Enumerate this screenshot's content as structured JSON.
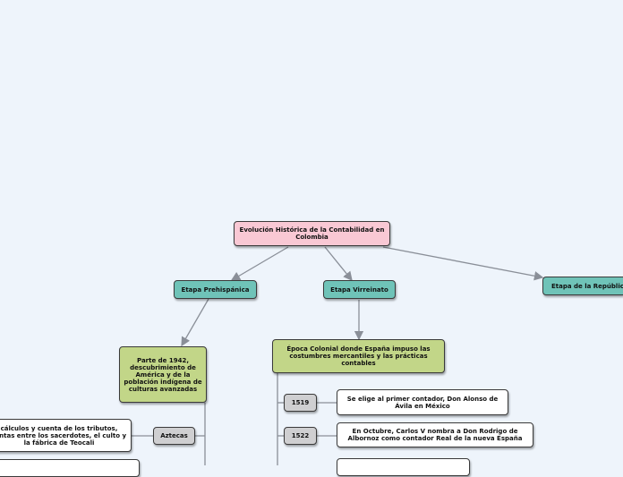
{
  "root": {
    "label": "Evolución Histórica de la Contabilidad en Colombia"
  },
  "branches": {
    "prehispanica": "Etapa Prehispánica",
    "virreinato": "Etapa Virreinato",
    "republica": "Etapa de la República"
  },
  "prehispanica_child": "Parte de 1942, descubrimiento de América y de la población indígena de culturas avanzadas",
  "aztecas": {
    "label": "Aztecas",
    "detail": "cálculos y cuenta de los tributos, rentas entre los sacerdotes, el culto y la fábrica de Teocali"
  },
  "virreinato_child": "Época Colonial donde España impuso las costumbres mercantiles y las prácticas contables",
  "events": [
    {
      "year": "1519",
      "text": "Se elige al primer contador, Don Alonso de Ávila en México"
    },
    {
      "year": "1522",
      "text": "En Octubre, Carlos V nombra a Don Rodrigo de Albornoz como contador Real de la nueva España"
    }
  ],
  "colors": {
    "root": "#f9c8d4",
    "branch": "#6fc3b8",
    "topic": "#c2d688",
    "year": "#cfcfd1",
    "connector": "#8a8f98"
  }
}
